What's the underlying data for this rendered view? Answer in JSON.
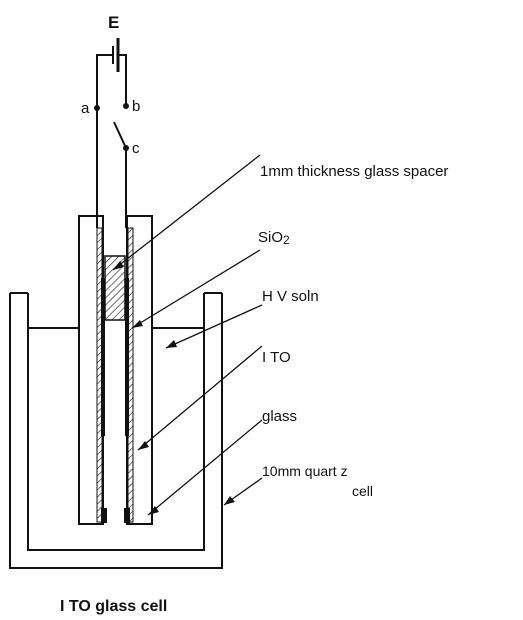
{
  "labels": {
    "battery": "E",
    "terminal_a": "a",
    "terminal_b": "b",
    "terminal_c": "c",
    "spacer": "1mm thickness glass spacer",
    "sio2_base": "SiO",
    "sio2_sub": "2",
    "hv_soln": "H V soln",
    "ito": "I TO",
    "glass": "glass",
    "quartz_line1": "10mm quart z",
    "quartz_line2": "cell",
    "caption": "I TO glass cell"
  },
  "colors": {
    "ink": "#111111",
    "background": "#ffffff"
  }
}
